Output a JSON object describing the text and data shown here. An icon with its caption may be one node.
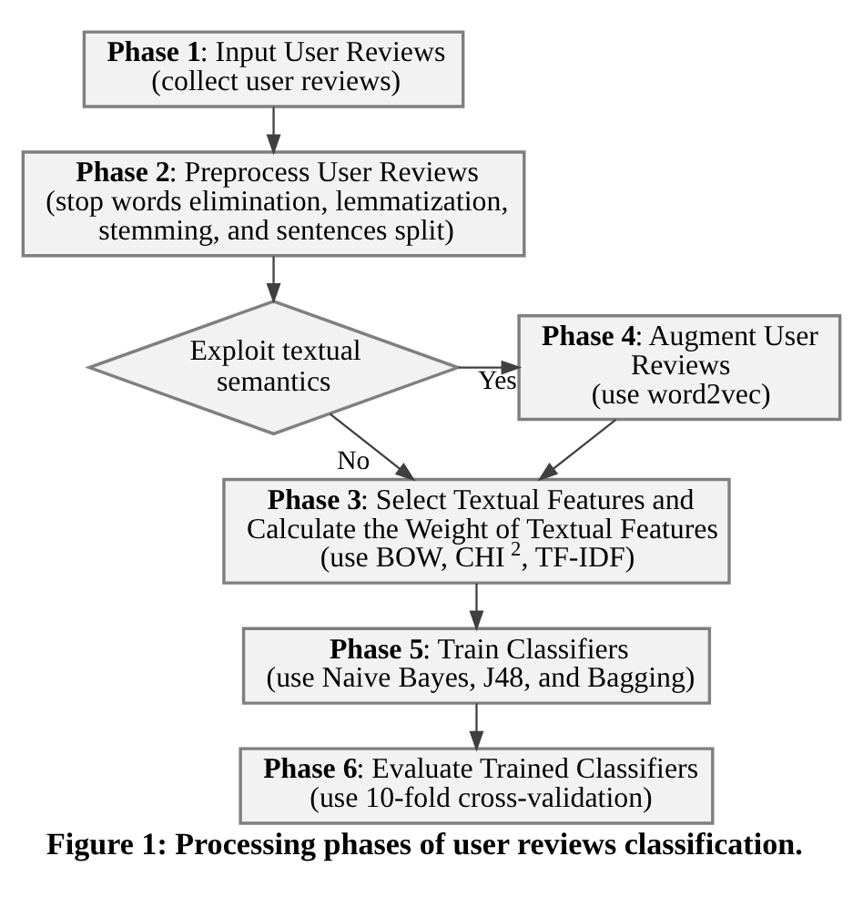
{
  "diagram": {
    "caption": "Figure 1: Processing phases of user reviews classification.",
    "nodes": [
      {
        "text": [
          "**Phase 1**: Input User Reviews",
          "(collect user reviews)"
        ]
      },
      {
        "text": [
          "**Phase 2**: Preprocess User Reviews",
          "(stop words elimination, lemmatization, stemming, and sentences split)"
        ]
      },
      {
        "text": [
          "Exploit textual semantics"
        ]
      },
      {
        "text": [
          "**Phase 4**: Augment User Reviews",
          "(use word2vec)"
        ]
      },
      {
        "text": [
          "**Phase 3**: Select Textual Features and Calculate the Weight of Textual Features",
          "(use BOW, CHI$^{2}$, TF-IDF)"
        ]
      },
      {
        "text": [
          "**Phase 5**: Train Classifiers",
          "(use Naive Bayes, J48, and Bagging)"
        ]
      },
      {
        "text": [
          "**Phase 6**: Evaluate Trained Classifiers",
          "(use 10-fold cross-validation)"
        ]
      }
    ],
    "edges": [
      {
        "from": 0,
        "to": 1,
        "arrow": "to"
      },
      {
        "from": 1,
        "to": 2,
        "arrow": "to"
      },
      {
        "from": 2,
        "to": 3,
        "arrow": "to",
        "label": "Yes"
      },
      {
        "from": 2,
        "to": 4,
        "arrow": "to",
        "label": "No"
      },
      {
        "from": 3,
        "to": 4,
        "arrow": "to"
      },
      {
        "from": 4,
        "to": 5,
        "arrow": "to"
      },
      {
        "from": 5,
        "to": 6,
        "arrow": "to"
      }
    ]
  }
}
